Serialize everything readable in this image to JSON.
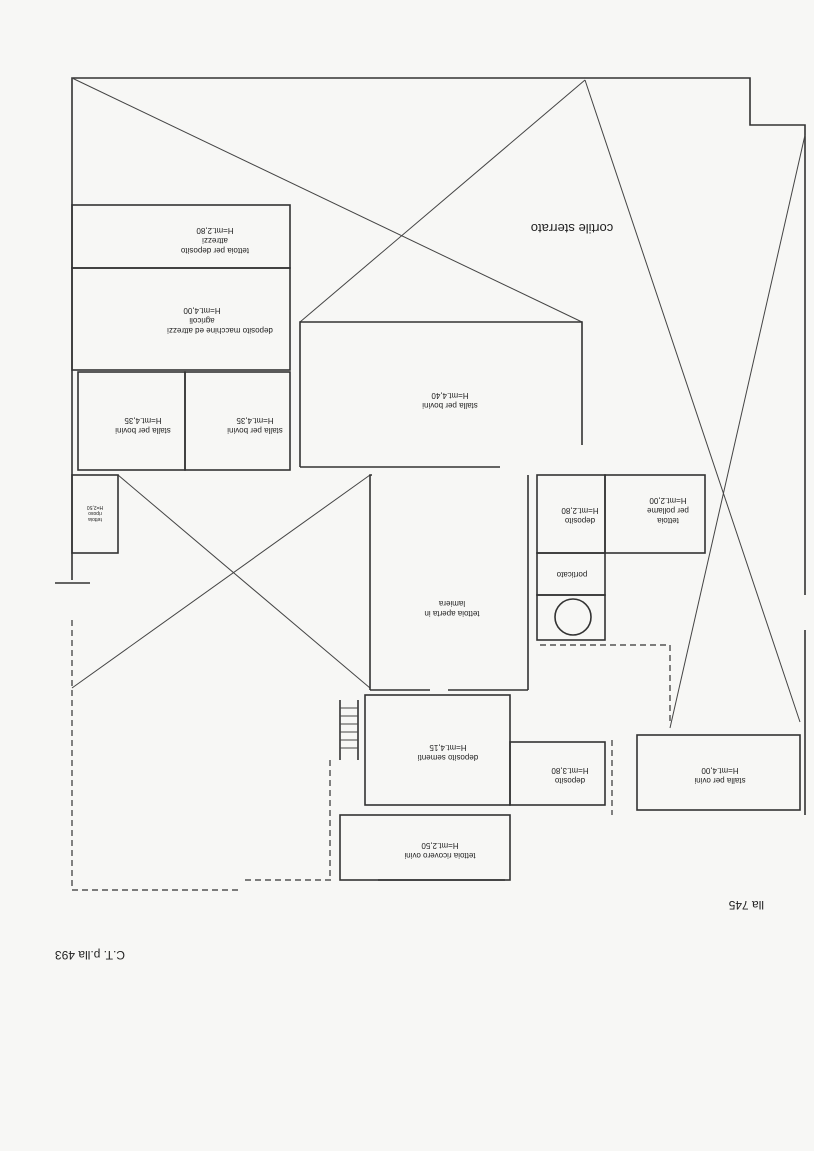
{
  "plan": {
    "labels": {
      "courtyard": "cortile sterrato",
      "tool_shed": {
        "name": "tettoia per deposito",
        "name2": "attrezzi",
        "height": "H=mt.2,80"
      },
      "machine_store": {
        "name": "deposito macchine ed attrezzi",
        "name2": "agricoli",
        "height": "H=mt.4,00"
      },
      "cattle_barn_1": {
        "name": "stalla per bovini",
        "height": "H=mt.4,35"
      },
      "cattle_barn_2": {
        "name": "stalla per bovini",
        "height": "H=mt.4,35"
      },
      "cattle_barn_3": {
        "name": "stalla per bovini",
        "height": "H=mt.4,40"
      },
      "small_shelter": {
        "name": "tettoia",
        "name2": "riposo",
        "height": "H=2,50"
      },
      "store_280": {
        "name": "deposito",
        "height": "H=mt.2,80"
      },
      "poultry": {
        "name": "tettoia",
        "name2": "per pollame",
        "height": "H=mt.2,00"
      },
      "portico": "porticato",
      "open_shelter": {
        "name": "tettoia aperta in",
        "name2": "lamiera"
      },
      "seed_store": {
        "name": "deposito sementi",
        "height": "H=mt.4,15"
      },
      "store_380": {
        "name": "deposito",
        "height": "H=mt.3,80"
      },
      "sheep_barn": {
        "name": "stalla per ovini",
        "height": "H=mt.4,00"
      },
      "sheep_shelter": {
        "name": "tettoia ricovero ovini",
        "height": "H=mt.2,50"
      },
      "parcel_745": "lla 745",
      "parcel_493": "C.T. p.lla 493"
    }
  }
}
